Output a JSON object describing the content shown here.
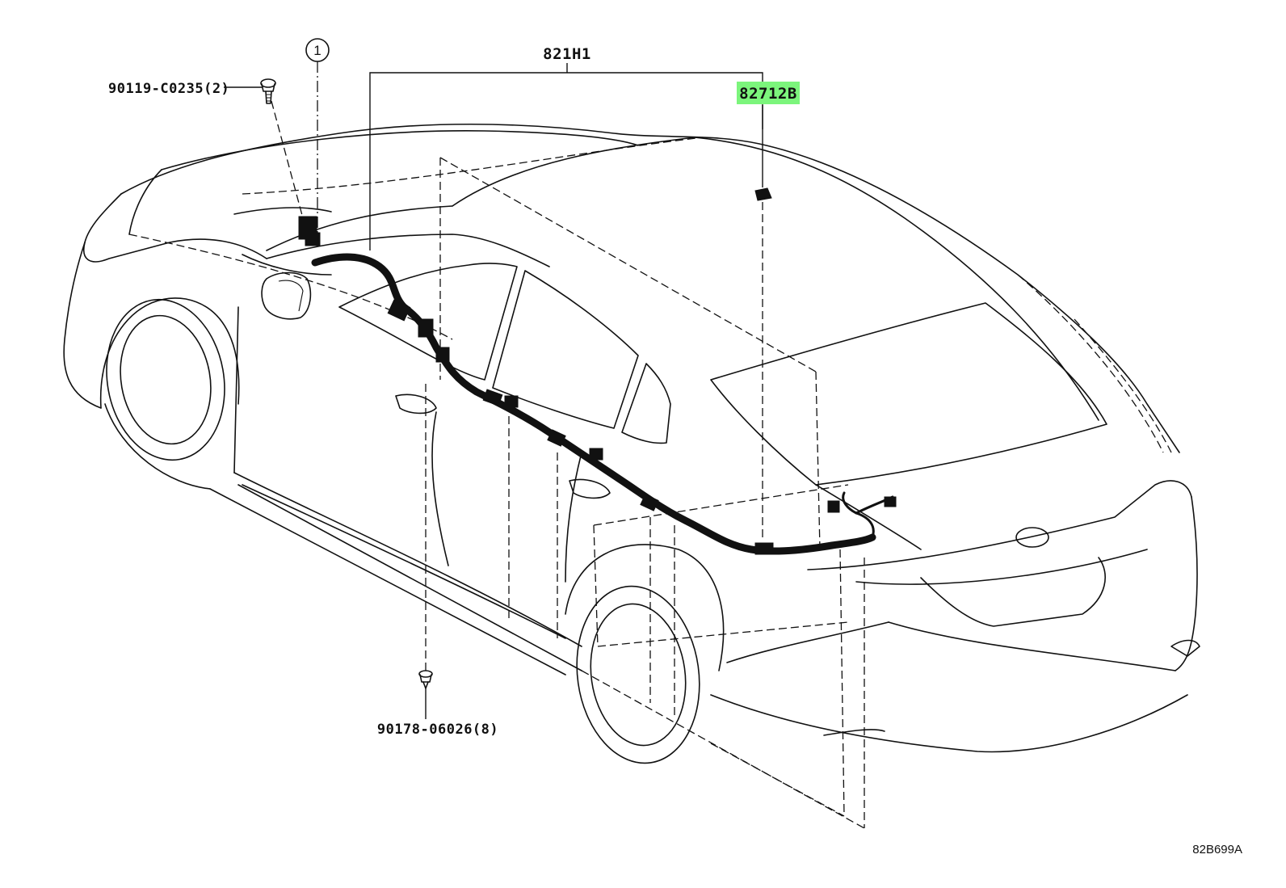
{
  "diagram": {
    "colors": {
      "highlight": "#7CF57C",
      "ink": "#111111"
    },
    "parts": {
      "assembly": {
        "label": "821H1"
      },
      "highlighted_part": {
        "label": "82712B",
        "highlighted": true
      },
      "bolt": {
        "label": "90119-C0235(2)",
        "icon": "bolt-icon"
      },
      "clip": {
        "label": "90178-06026(8)",
        "icon": "clip-icon"
      },
      "callout_1": {
        "label": "1"
      }
    },
    "illustration_id": "82B699A"
  }
}
